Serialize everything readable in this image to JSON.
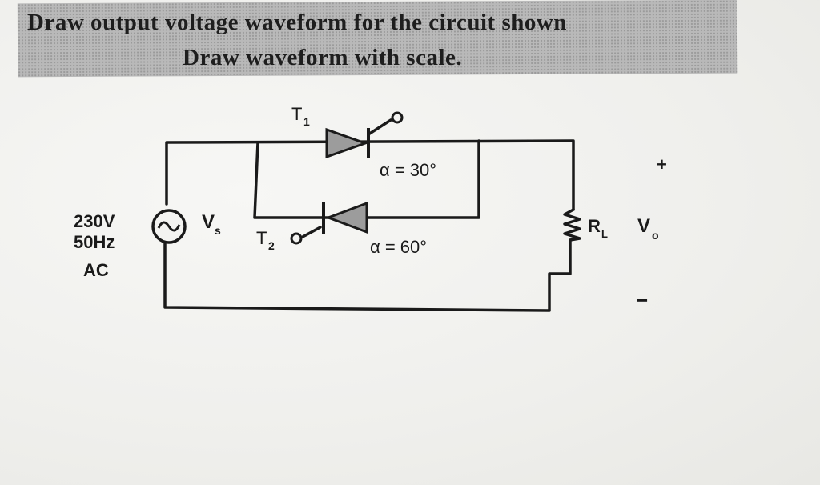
{
  "question": {
    "line1": "Draw output voltage waveform for the circuit shown",
    "line2": "Draw waveform with scale."
  },
  "source": {
    "voltage": "230V",
    "frequency": "50Hz",
    "type": "AC",
    "symbol_label": "V",
    "symbol_sub": "s"
  },
  "thyristor_1": {
    "label": "T",
    "sub": "1",
    "alpha": "α = 30°"
  },
  "thyristor_2": {
    "label": "T",
    "sub": "2",
    "alpha": "α = 60°"
  },
  "load": {
    "label": "R",
    "sub": "L"
  },
  "output": {
    "label": "V",
    "sub": "o",
    "plus": "+",
    "minus": "−"
  }
}
